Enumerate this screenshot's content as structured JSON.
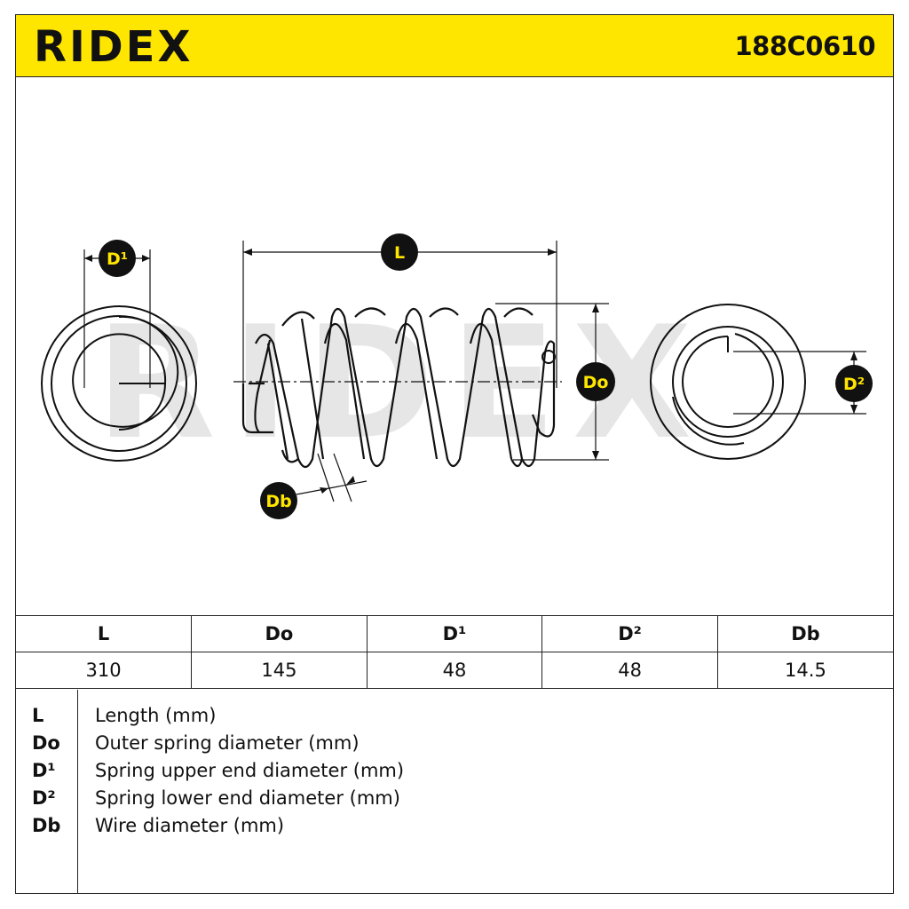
{
  "header": {
    "brand": "RIDEX",
    "part_number": "188C0610"
  },
  "drawing": {
    "labels": {
      "d1": "D¹",
      "l": "L",
      "do": "Do",
      "d2": "D²",
      "db": "Db"
    },
    "watermark": "RIDEX"
  },
  "specs": {
    "headers": [
      "L",
      "Do",
      "D¹",
      "D²",
      "Db"
    ],
    "values": [
      "310",
      "145",
      "48",
      "48",
      "14.5"
    ]
  },
  "legend": [
    {
      "code": "L",
      "text": "Length (mm)"
    },
    {
      "code": "Do",
      "text": "Outer spring diameter (mm)"
    },
    {
      "code": "D¹",
      "text": "Spring upper end diameter (mm)"
    },
    {
      "code": "D²",
      "text": "Spring lower end diameter (mm)"
    },
    {
      "code": "Db",
      "text": "Wire diameter (mm)"
    }
  ],
  "colors": {
    "accent": "#ffe600",
    "ink": "#111111",
    "watermark": "#e6e6e6"
  }
}
